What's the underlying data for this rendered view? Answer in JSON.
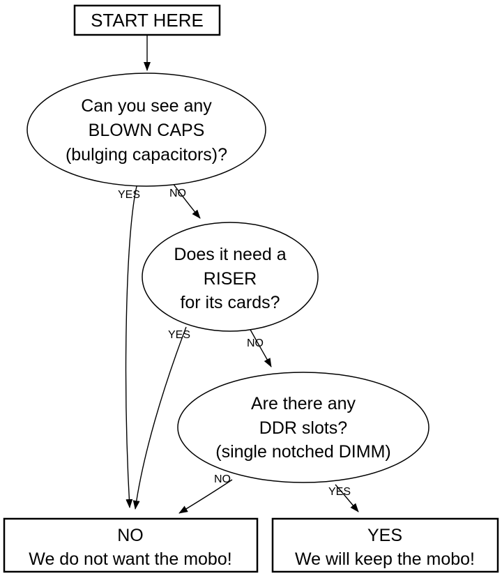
{
  "start": {
    "label": "START HERE"
  },
  "questions": {
    "caps": {
      "line1": "Can you see any",
      "line2": "BLOWN CAPS",
      "line3": "(bulging capacitors)?",
      "yes": "YES",
      "no": "NO"
    },
    "riser": {
      "line1": "Does it need a",
      "line2": "RISER",
      "line3": "for its cards?",
      "yes": "YES",
      "no": "NO"
    },
    "ddr": {
      "line1": "Are there any",
      "line2": "DDR slots?",
      "line3": "(single notched DIMM)",
      "yes": "YES",
      "no": "NO"
    }
  },
  "outcomes": {
    "reject": {
      "title": "NO",
      "detail": "We do not want the mobo!"
    },
    "keep": {
      "title": "YES",
      "detail": "We will keep the mobo!"
    }
  },
  "colors": {
    "stroke": "#000000",
    "background": "#ffffff",
    "text": "#000000"
  }
}
